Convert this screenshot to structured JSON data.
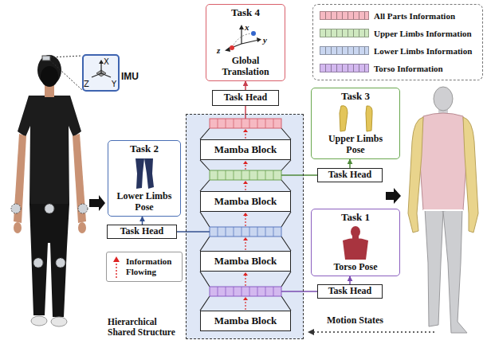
{
  "diagram": {
    "nodes": [
      {
        "text": [
          "IMU"
        ]
      },
      {
        "text": [
          "Task 4",
          "Global Translation"
        ]
      },
      {
        "text": [
          "Task Head"
        ]
      },
      {
        "text": [
          "Task 2",
          "Lower Limbs Pose"
        ]
      },
      {
        "text": [
          "Task Head"
        ]
      },
      {
        "text": [
          "Task 3",
          "Upper Limbs Pose"
        ]
      },
      {
        "text": [
          "Task Head"
        ]
      },
      {
        "text": [
          "Hierarchical Shared Structure"
        ]
      },
      {
        "text": [
          "Mamba Block"
        ],
        "in": 7
      },
      {
        "text": [
          "Mamba Block"
        ],
        "in": 7
      },
      {
        "text": [
          "Mamba Block"
        ],
        "in": 7
      },
      {
        "text": [
          "Mamba Block"
        ],
        "in": 7
      },
      {
        "text": [
          "Task 1",
          "Torso Pose"
        ]
      },
      {
        "text": [
          "Task Head"
        ]
      }
    ],
    "edges": [
      {
        "from": 2,
        "to": 1,
        "arrow": "to"
      },
      {
        "from": 4,
        "to": 3,
        "arrow": "to"
      },
      {
        "from": 6,
        "to": 5,
        "arrow": "to"
      },
      {
        "from": 13,
        "to": 12,
        "arrow": "to"
      },
      {
        "from": 7,
        "to": 2,
        "arrow": "none"
      },
      {
        "from": 7,
        "to": 4,
        "arrow": "none"
      },
      {
        "from": 7,
        "to": 6,
        "arrow": "none"
      },
      {
        "from": 7,
        "to": 13,
        "arrow": "none"
      }
    ],
    "labels": [
      "X",
      "Z",
      "Y",
      "x",
      "y",
      "z",
      "Motion States"
    ],
    "legend": [
      {
        "text": "All Parts Information",
        "color": "#f6b9c2"
      },
      {
        "text": "Upper Limbs Information",
        "color": "#cfe8c0"
      },
      {
        "text": "Lower Limbs Information",
        "color": "#c9d6f0"
      },
      {
        "text": "Torso Information",
        "color": "#d3b8ef"
      },
      {
        "text": "Information Flowing"
      }
    ]
  }
}
